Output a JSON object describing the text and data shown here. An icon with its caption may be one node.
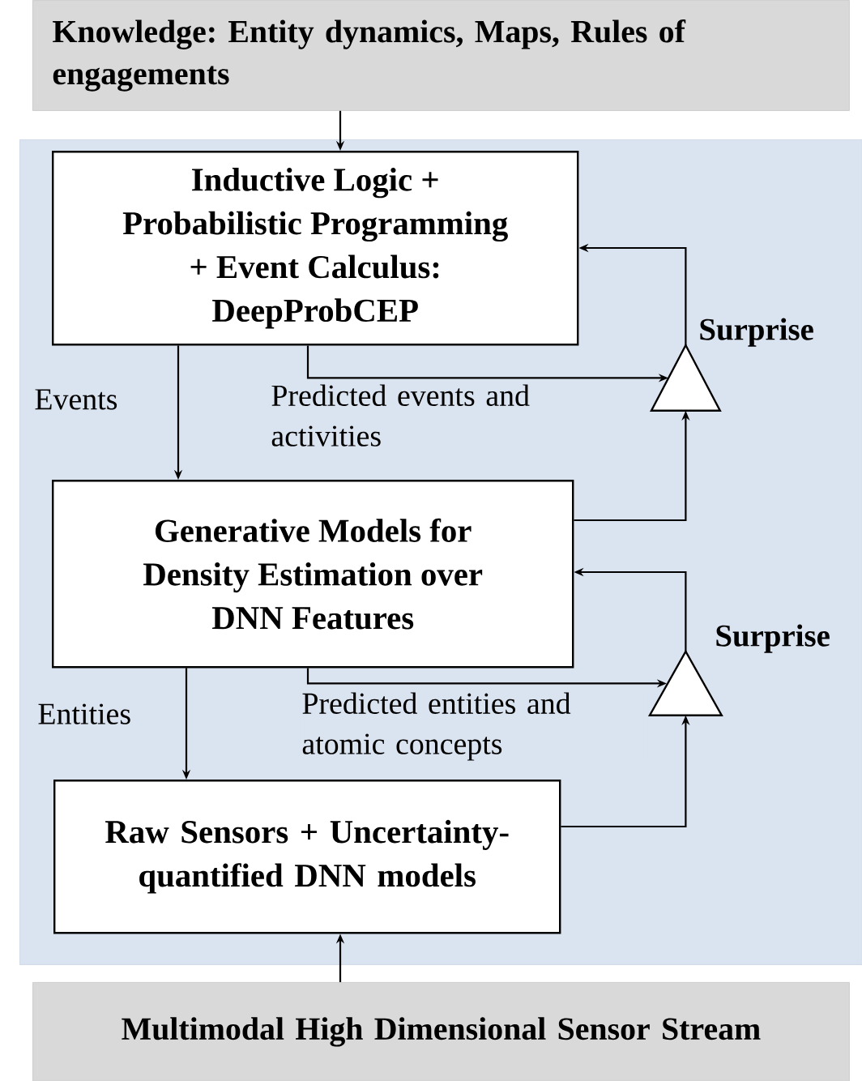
{
  "diagram": {
    "nodes": [
      {
        "text": [
          "Knowledge: Entity dynamics, Maps, Rules of engagements"
        ]
      },
      {
        "text": [],
        "shape": "box"
      },
      {
        "text": [
          "Inductive Logic + Probabilistic Programming + Event Calculus: DeepProbCEP"
        ],
        "in": 1
      },
      {
        "text": [
          "Generative Models for Density Estimation over DNN Features"
        ],
        "in": 1
      },
      {
        "text": [
          "Raw Sensors + Uncertainty-quantified DNN models"
        ],
        "in": 1
      },
      {
        "text": [],
        "shape": "triangle",
        "beside": [
          "Surprise"
        ],
        "in": 1
      },
      {
        "text": [],
        "shape": "triangle",
        "beside": [
          "Surprise"
        ],
        "in": 1
      },
      {
        "text": [
          "Multimodal High Dimensional Sensor Stream"
        ]
      }
    ],
    "edges": [
      {
        "from": 0,
        "to": 2,
        "arrow": "to"
      },
      {
        "from": 2,
        "to": 3,
        "arrow": "to",
        "label": "Events"
      },
      {
        "from": 2,
        "to": 5,
        "arrow": "to",
        "label": "Predicted events and activities"
      },
      {
        "from": 5,
        "to": 2,
        "arrow": "to"
      },
      {
        "from": 3,
        "to": 5,
        "arrow": "to"
      },
      {
        "from": 6,
        "to": 3,
        "arrow": "to"
      },
      {
        "from": 3,
        "to": 6,
        "arrow": "to",
        "label": "Predicted entities and atomic concepts"
      },
      {
        "from": 4,
        "to": 6,
        "arrow": "to"
      },
      {
        "from": 3,
        "to": 4,
        "arrow": "to",
        "label": "Entities"
      },
      {
        "from": 7,
        "to": 4,
        "arrow": "to"
      }
    ]
  }
}
